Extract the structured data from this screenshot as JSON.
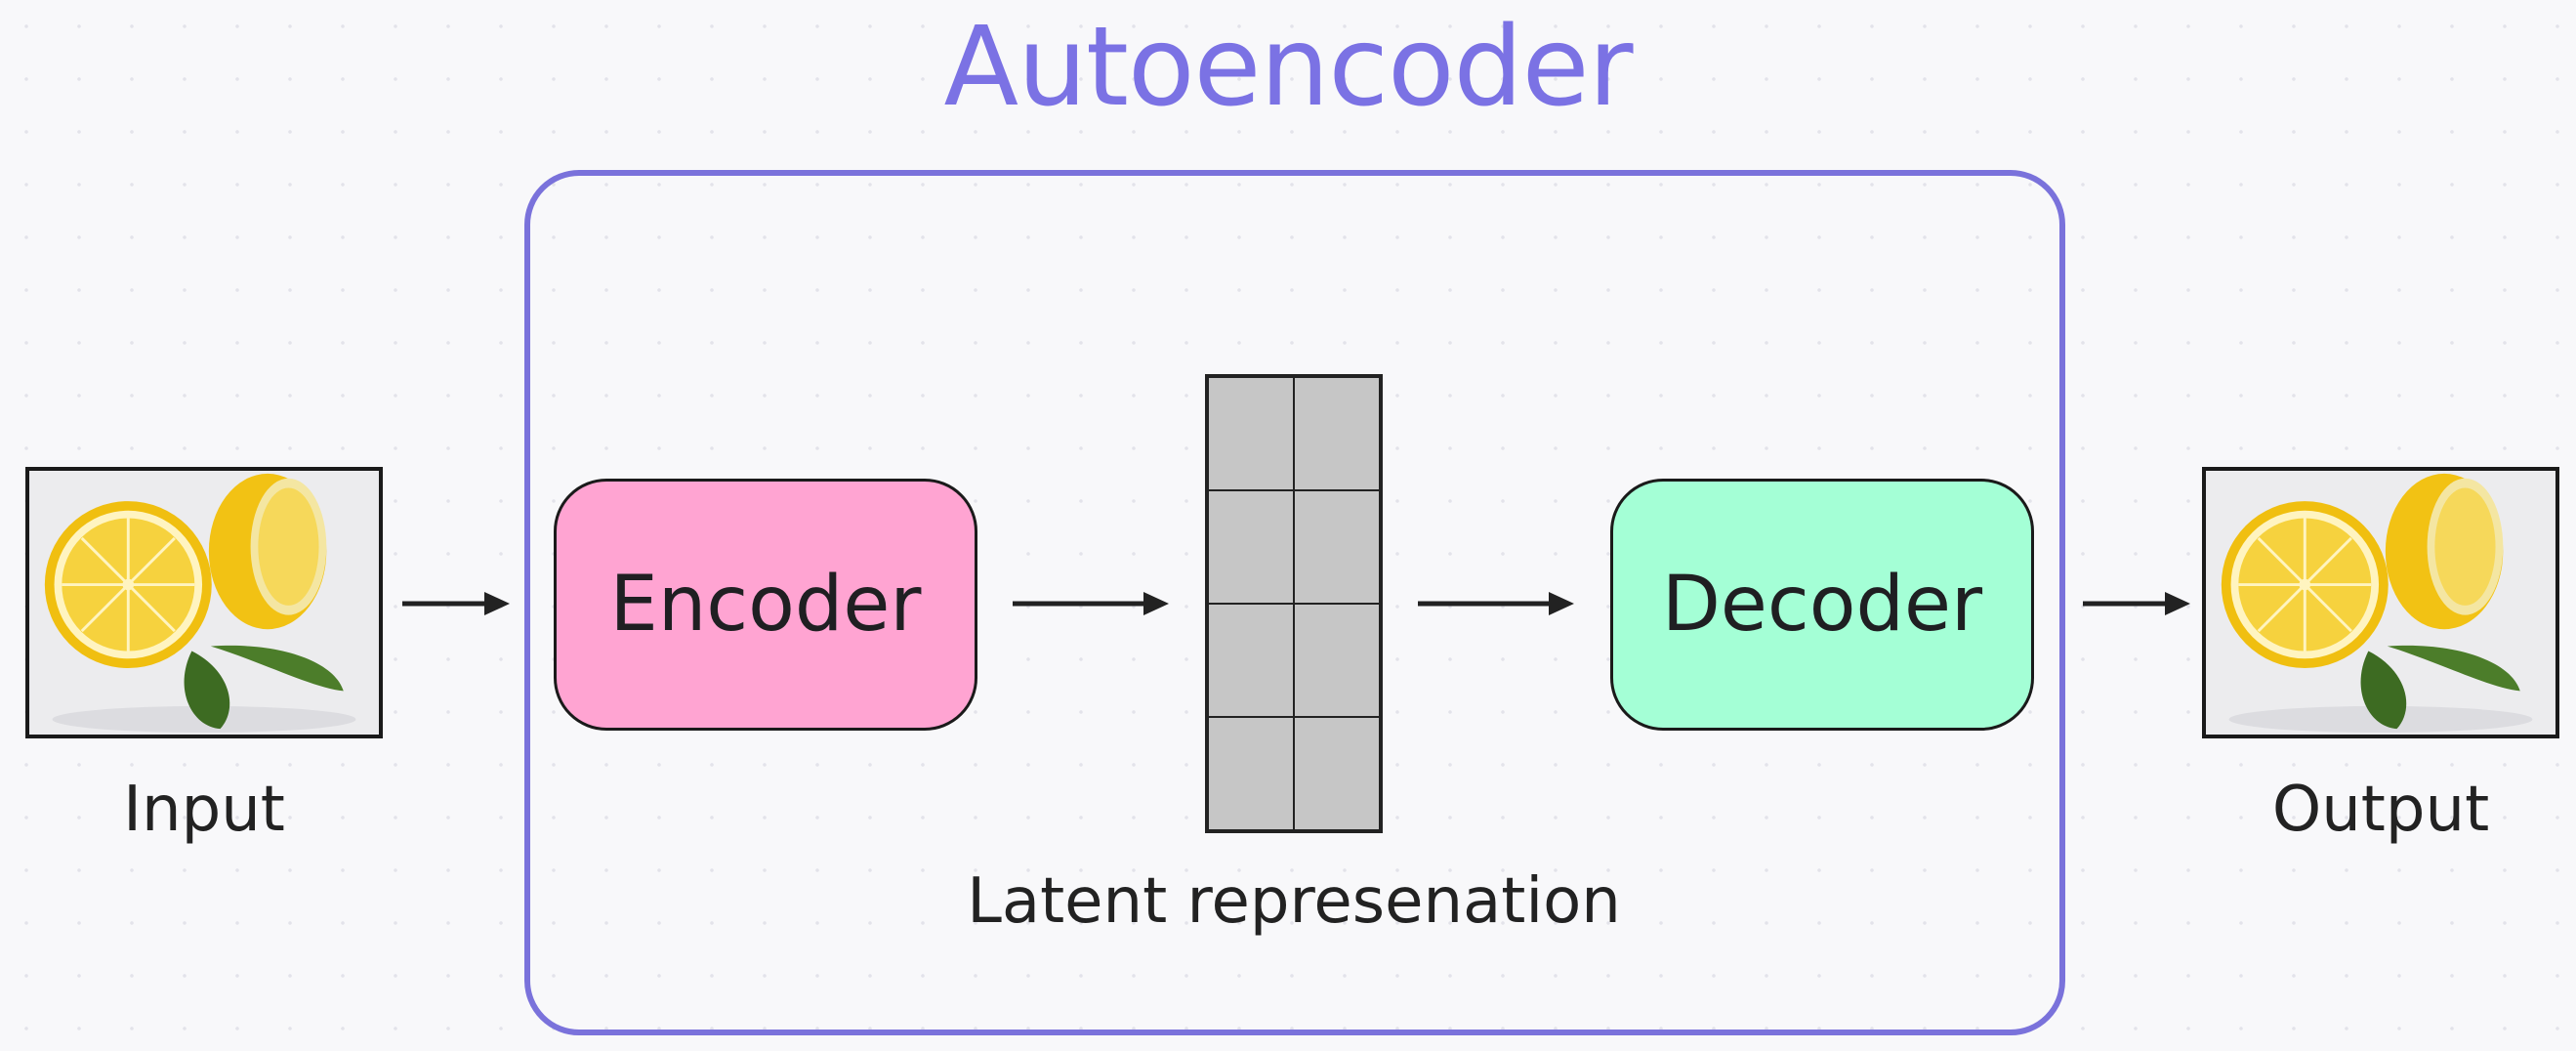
{
  "title": "Autoencoder",
  "input": {
    "label": "Input",
    "image": "lemon-photo"
  },
  "encoder": {
    "label": "Encoder",
    "color": "#ffa4d2"
  },
  "latent": {
    "label": "Latent represenation",
    "rows": 4,
    "cols": 2,
    "color": "#c6c6c6"
  },
  "decoder": {
    "label": "Decoder",
    "color": "#a4ffd6"
  },
  "output": {
    "label": "Output",
    "image": "lemon-photo"
  },
  "colors": {
    "accent": "#7b72e4",
    "frame": "#7a72db",
    "arrow": "#222222"
  }
}
